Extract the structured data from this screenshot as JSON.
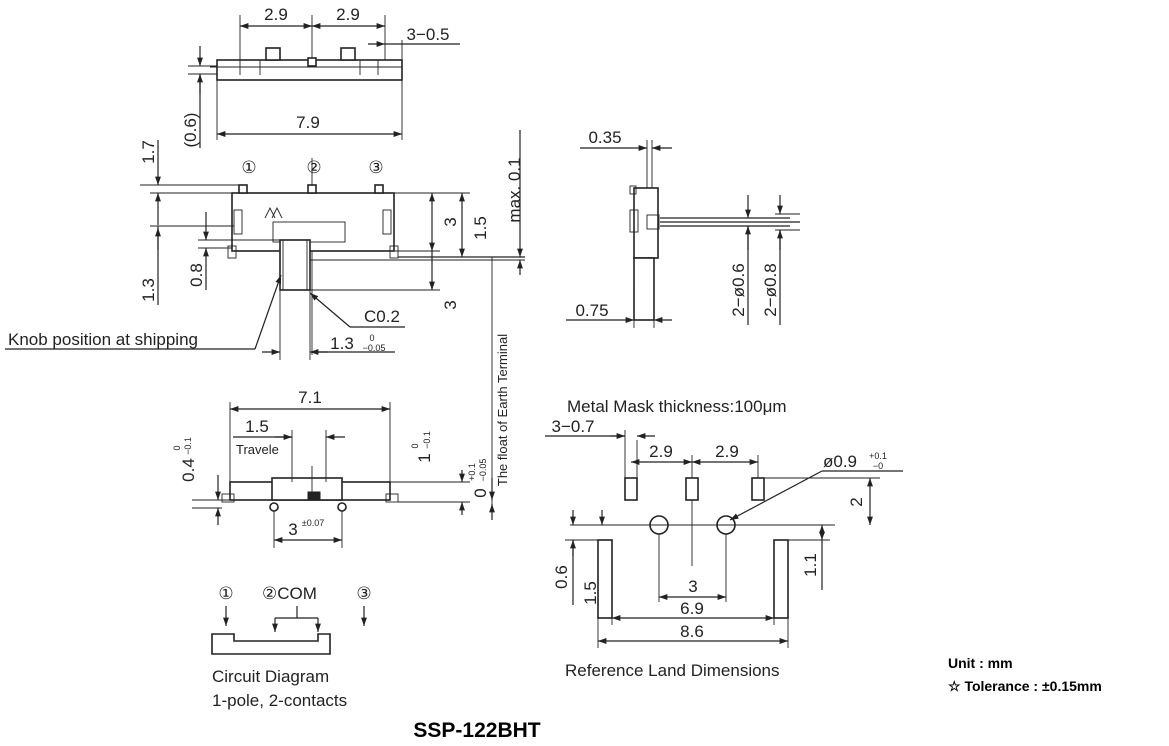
{
  "top_view": {
    "dim_pitch_left": "2.9",
    "dim_pitch_right": "2.9",
    "dim_terminal_width": "3−0.5",
    "dim_offset": "(0.6)",
    "dim_length": "7.9"
  },
  "front_view": {
    "terminal_1": "①",
    "terminal_2": "②",
    "terminal_3": "③",
    "dim_terminal_height": "1.7",
    "dim_lower": "1.3",
    "dim_knob_offset": "0.8",
    "dim_body_height": "3",
    "dim_knob_height": "1.5",
    "dim_max": "max. 0.1",
    "dim_knob_length": "3",
    "chamfer": "C0.2",
    "knob_label": "Knob position at shipping",
    "dim_knob_width": "1.3",
    "knob_tol_upper": "0",
    "knob_tol_lower": "−0.05",
    "earth_label": "The float of Earth Terminal"
  },
  "side_view": {
    "dim_top": "0.35",
    "dim_bottom": "0.75",
    "dim_pin1": "2−ø0.6",
    "dim_pin2": "2−ø0.8"
  },
  "bottom_view": {
    "dim_width": "7.1",
    "dim_travel": "1.5",
    "travel_label": "Travele",
    "dim_height": "0.4",
    "height_tol_upper": "0",
    "height_tol_lower": "−0.1",
    "dim_inner": "1",
    "inner_tol_upper": "0",
    "inner_tol_lower": "−0.1",
    "dim_float": "0",
    "float_tol_upper": "+0.1",
    "float_tol_lower": "−0.05",
    "dim_pin_pitch": "3",
    "pin_pitch_tol": "±0.07"
  },
  "circuit": {
    "pin_1": "①",
    "pin_2_com": "②COM",
    "pin_3": "③",
    "caption_line1": "Circuit Diagram",
    "caption_line2": "1-pole, 2-contacts"
  },
  "land": {
    "mask_note": "Metal Mask thickness:100μm",
    "dim_pad": "3−0.7",
    "dim_pitch_left": "2.9",
    "dim_pitch_right": "2.9",
    "dim_hole": "ø0.9",
    "hole_tol_upper": "+0.1",
    "hole_tol_lower": "−0",
    "dim_pad_height": "2",
    "dim_gap": "0.6",
    "dim_lower_pad": "1.5",
    "dim_side_pad": "1.1",
    "dim_hole_pitch": "3",
    "dim_inner_span": "6.9",
    "dim_outer_span": "8.6",
    "caption": "Reference Land Dimensions"
  },
  "notes": {
    "unit": "Unit : mm",
    "tolerance": "☆ Tolerance : ±0.15mm"
  },
  "model": "SSP-122BHT"
}
